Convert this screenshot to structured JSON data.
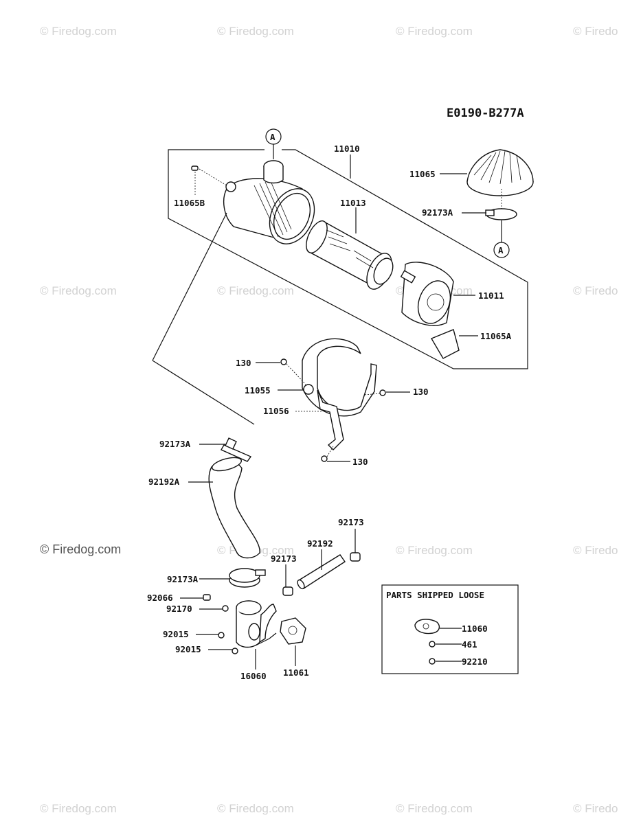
{
  "diagram_code": "E0190-B277A",
  "watermarks": [
    "© Firedog.com",
    "© Firedo"
  ],
  "callout_letter": "A",
  "loose_box_title": "PARTS SHIPPED LOOSE",
  "labels": {
    "p11010": "11010",
    "p11065": "11065",
    "p11065B": "11065B",
    "p11013": "11013",
    "p92173A_top": "92173A",
    "p11011": "11011",
    "p11065A": "11065A",
    "p130_a": "130",
    "p11055": "11055",
    "p130_b": "130",
    "p11056": "11056",
    "p130_c": "130",
    "p92173A_mid": "92173A",
    "p92192A": "92192A",
    "p92173_r": "92173",
    "p92192": "92192",
    "p92173_m": "92173",
    "p92173A_low": "92173A",
    "p92066": "92066",
    "p92170": "92170",
    "p92015_a": "92015",
    "p92015_b": "92015",
    "p16060": "16060",
    "p11061": "11061",
    "p11060": "11060",
    "p461": "461",
    "p92210": "92210"
  }
}
